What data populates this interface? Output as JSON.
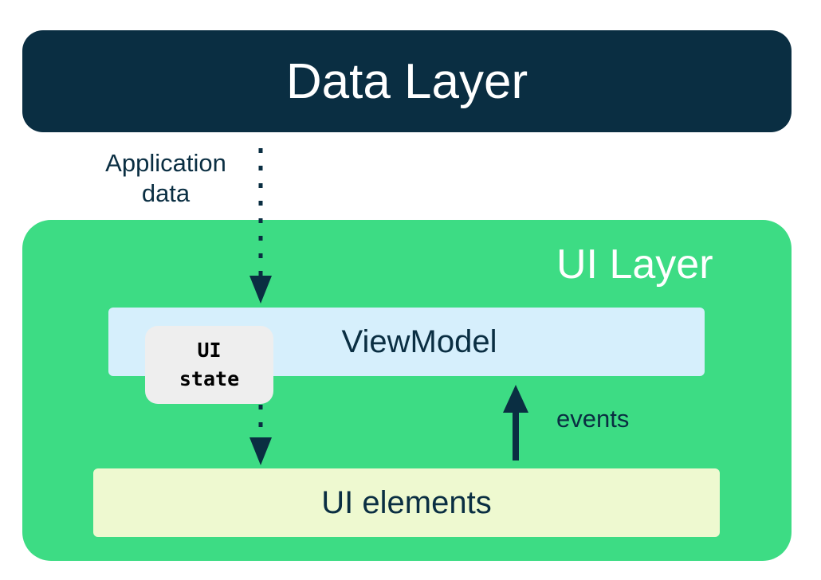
{
  "data_layer": {
    "label": "Data Layer"
  },
  "application_data": {
    "line1": "Application",
    "line2": "data"
  },
  "ui_layer": {
    "title": "UI Layer",
    "viewmodel": "ViewModel",
    "ui_state": {
      "line1": "UI",
      "line2": "state"
    },
    "events": "events",
    "ui_elements": "UI elements"
  },
  "colors": {
    "data_layer_bg": "#0a2e42",
    "data_layer_text": "#ffffff",
    "ui_layer_bg": "#3ddc84",
    "ui_layer_title": "#ffffff",
    "viewmodel_bg": "#d6effc",
    "ui_state_bg": "#eeeeee",
    "ui_elements_bg": "#eef9d0",
    "dark_text": "#0a2e42",
    "arrow": "#0a2e42"
  }
}
